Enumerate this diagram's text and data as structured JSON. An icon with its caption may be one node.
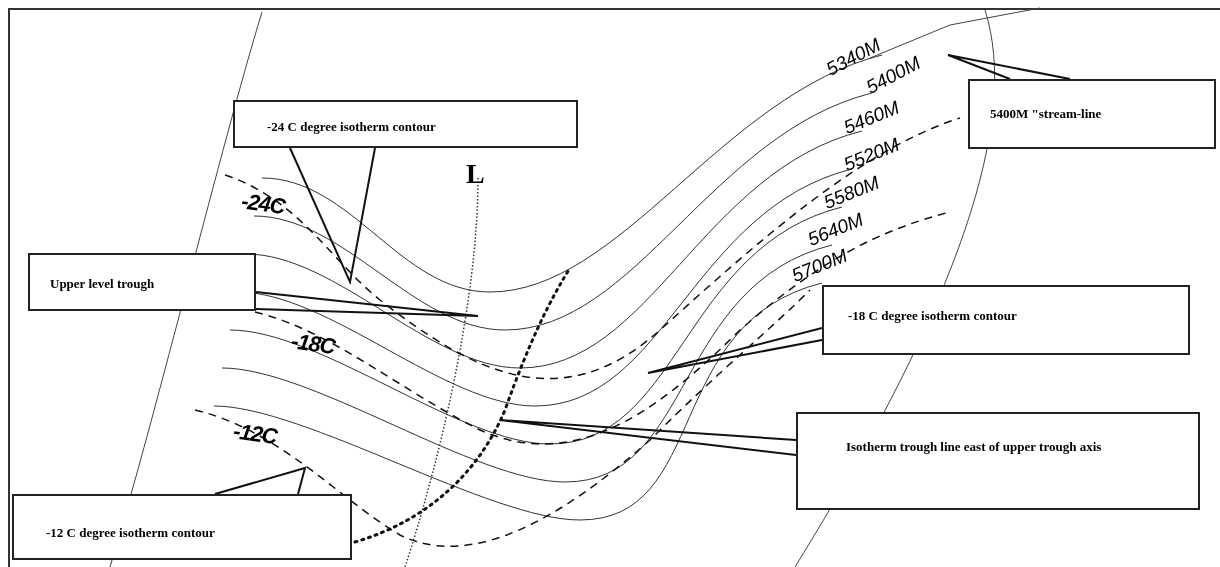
{
  "diagram": {
    "nodes": [
      {
        "text": [
          "-24 C degree isotherm contour"
        ]
      },
      {
        "text": [
          "Upper level trough"
        ]
      },
      {
        "text": [
          "-12 C degree isotherm contour"
        ]
      },
      {
        "text": [
          "5400M \"stream-line"
        ]
      },
      {
        "text": [
          "-18 C degree isotherm contour"
        ]
      },
      {
        "text": [
          "Isotherm trough line east of upper trough axis"
        ]
      }
    ],
    "edges": [
      {
        "from": 0,
        "to": null,
        "arrow": "none"
      },
      {
        "from": 1,
        "to": null,
        "arrow": "none"
      },
      {
        "from": 2,
        "to": null,
        "arrow": "none"
      },
      {
        "from": 3,
        "to": null,
        "arrow": "none"
      },
      {
        "from": 4,
        "to": null,
        "arrow": "none"
      },
      {
        "from": 5,
        "to": null,
        "arrow": "none"
      }
    ],
    "labels": [
      "5340M",
      "5400M",
      "5460M",
      "5520M",
      "5580M",
      "5640M",
      "5700M",
      "L",
      "-24C",
      "-18C",
      "-12C"
    ]
  }
}
